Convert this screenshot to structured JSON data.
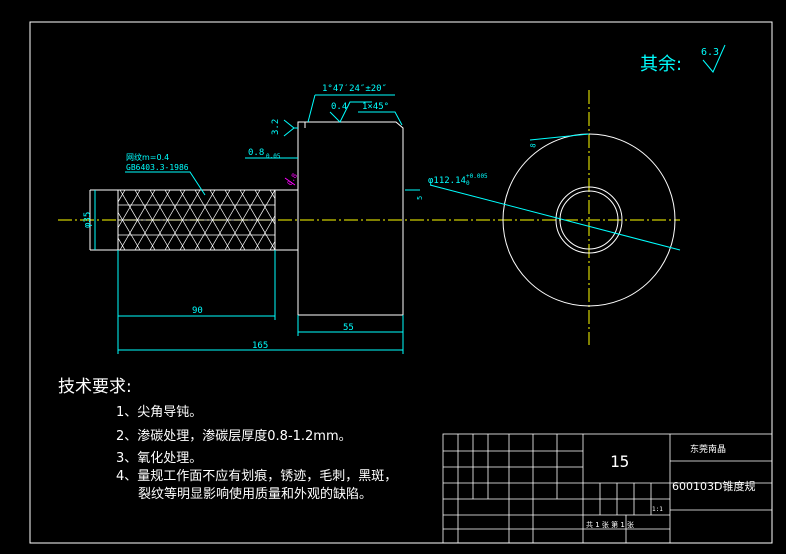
{
  "surface": {
    "roughness_label": "其余:",
    "roughness_value": "6.3"
  },
  "dimensions": {
    "taper_angle": "1°47′24″±20″",
    "roughness_04": "0.4",
    "chamfer": "1×45°",
    "roughness_32": "3.2",
    "offset_08": "0.8",
    "offset_08_tol": "0.05",
    "knurl_m": "网纹m=0.4",
    "knurl_std": "GB6403.3-1986",
    "dia_35": "φ35",
    "dia_112": "φ112.14",
    "dia_112_tol_up": "+0.005",
    "dia_112_tol_dn": "0",
    "dim_90": "90",
    "dim_55": "55",
    "dim_165": "165",
    "small_08": "0.8",
    "small_8": "8",
    "small_5": "5"
  },
  "notes": {
    "title": "技术要求:",
    "items": [
      "1、尖角导钝。",
      "2、渗碳处理，渗碳层厚度0.8-1.2mm。",
      "3、氧化处理。",
      "4、量规工作面不应有划痕，锈迹，毛刺，黑斑，",
      "裂纹等明显影响使用质量和外观的缺陷。"
    ]
  },
  "title_block": {
    "number": "15",
    "company": "东莞南晶",
    "part_name": "600103D锥度规",
    "scale": "1:1",
    "sheet": "共 1 张   第 1 张"
  },
  "colors": {
    "white": "#ffffff",
    "cyan": "#00ffff",
    "yellow": "#ffff00",
    "magenta": "#ff00ff",
    "background": "#000000"
  }
}
